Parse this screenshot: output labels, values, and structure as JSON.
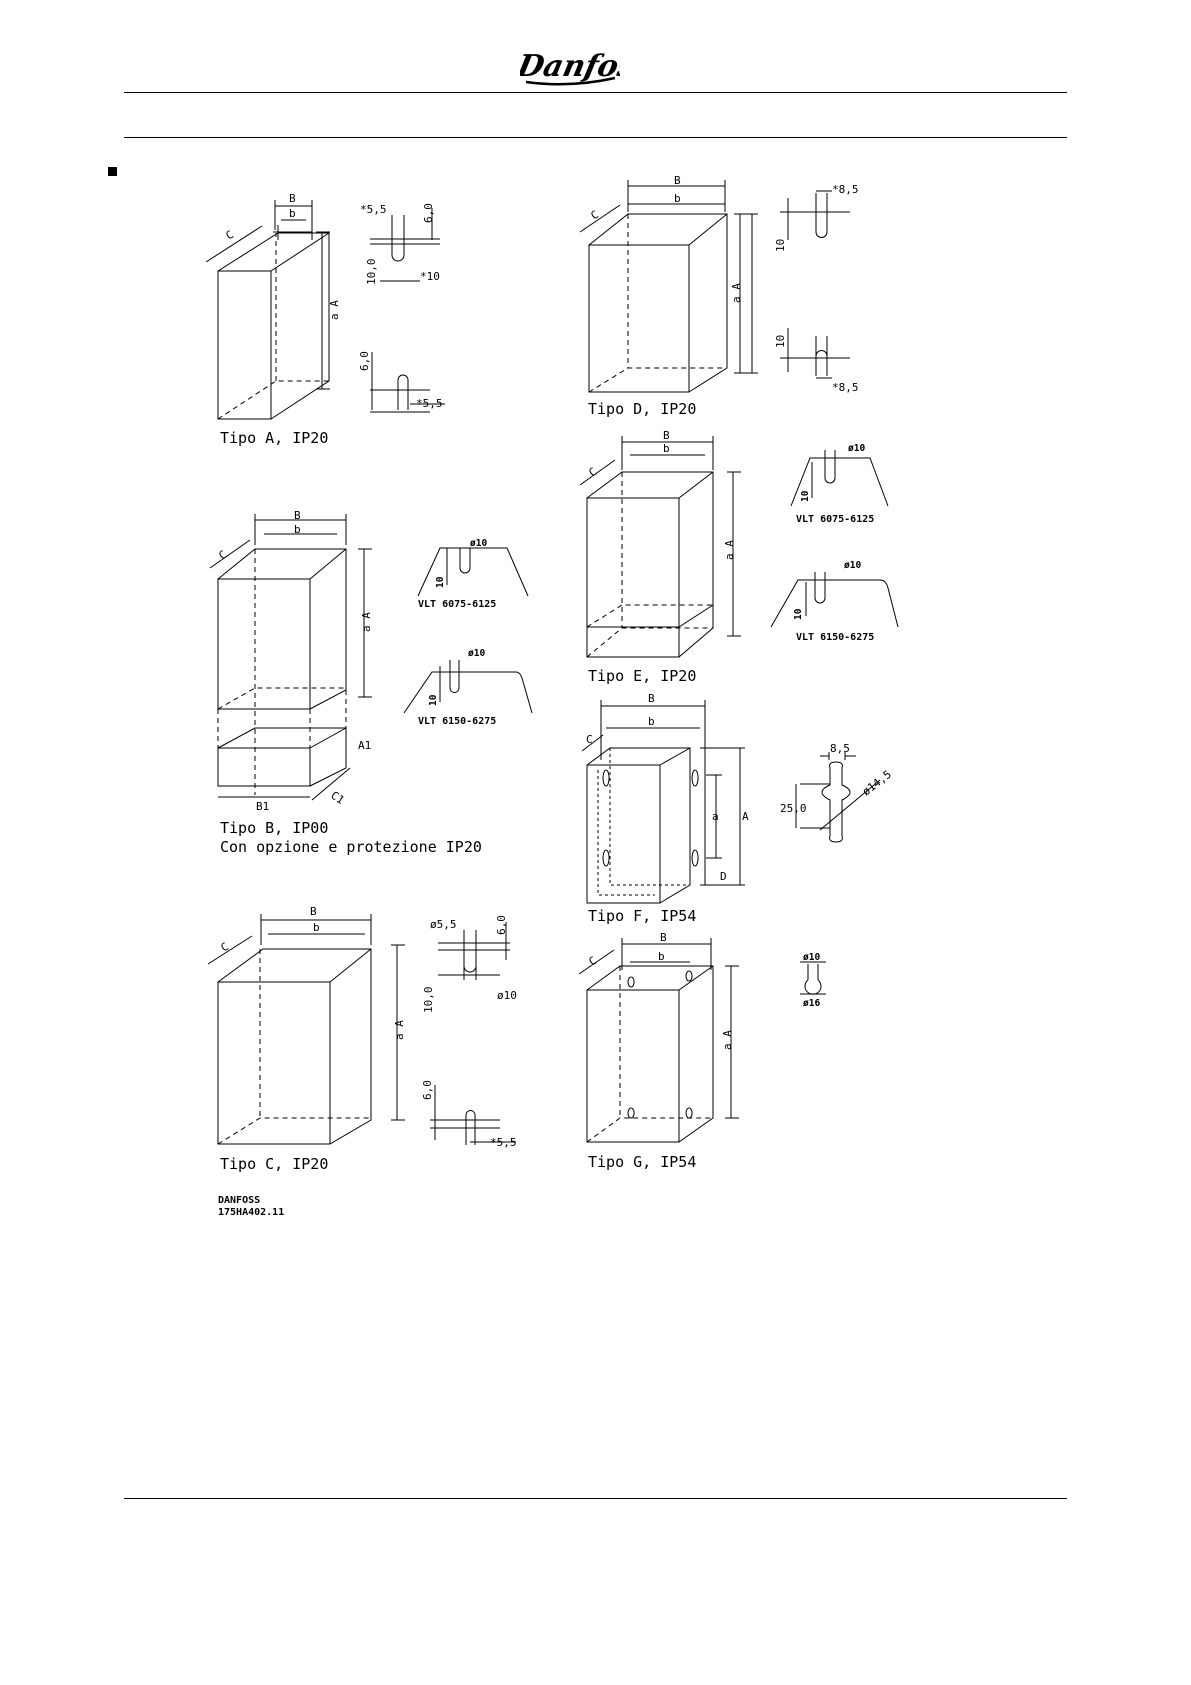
{
  "header": {
    "brand": "Danfoss"
  },
  "drawings": {
    "tipo_a": {
      "caption": "Tipo A, IP20",
      "dims": [
        "B",
        "b",
        "C",
        "a A",
        "*5,5",
        "6,0",
        "10,0",
        "*10",
        "6,0",
        "*5,5"
      ]
    },
    "tipo_b": {
      "caption": "Tipo B, IP00",
      "caption2": "Con opzione e protezione IP20",
      "dims": [
        "B",
        "b",
        "C",
        "a A",
        "A1",
        "B1",
        "C1"
      ],
      "detail1": {
        "label": "VLT 6075-6125",
        "dia": "ø10",
        "h": "10"
      },
      "detail2": {
        "label": "VLT 6150-6275",
        "dia": "ø10",
        "h": "10"
      }
    },
    "tipo_c": {
      "caption": "Tipo C, IP20",
      "dims": [
        "B",
        "b",
        "C",
        "a A",
        "ø5,5",
        "6,0",
        "10,0",
        "ø10",
        "6,0",
        "*5,5"
      ]
    },
    "tipo_d": {
      "caption": "Tipo D, IP20",
      "dims": [
        "B",
        "b",
        "C",
        "a A",
        "*8,5",
        "10",
        "10",
        "*8,5"
      ]
    },
    "tipo_e": {
      "caption": "Tipo E, IP20",
      "dims": [
        "B",
        "b",
        "C",
        "a A"
      ],
      "detail1": {
        "label": "VLT 6075-6125",
        "dia": "ø10",
        "h": "10"
      },
      "detail2": {
        "label": "VLT 6150-6275",
        "dia": "ø10",
        "h": "10"
      }
    },
    "tipo_f": {
      "caption": "Tipo F, IP54",
      "dims": [
        "B",
        "b",
        "C",
        "a",
        "A",
        "D",
        "8,5",
        "25,0",
        "ø14,5"
      ]
    },
    "tipo_g": {
      "caption": "Tipo G, IP54",
      "dims": [
        "B",
        "b",
        "C",
        "a A",
        "ø10",
        "ø16"
      ]
    }
  },
  "reference": {
    "line1": "DANFOSS",
    "line2": "175HA402.11"
  }
}
